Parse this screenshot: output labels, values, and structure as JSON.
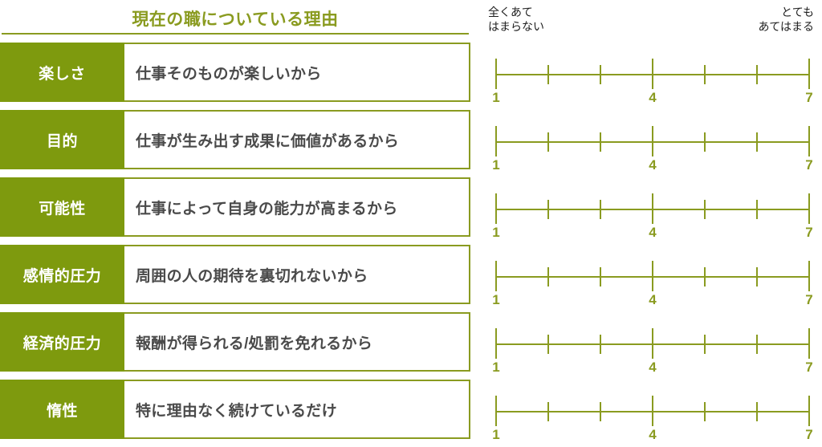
{
  "header": {
    "title": "現在の職についている理由"
  },
  "scale_header": {
    "low_anchor_line1": "全くあて",
    "low_anchor_line2": "はまらない",
    "high_anchor_line1": "とても",
    "high_anchor_line2": "あてはまる"
  },
  "colors": {
    "olive_fill": "#7e9a0e",
    "olive_line": "#8a9b20",
    "title_text": "#8a9b20",
    "label_text": "#ffffff",
    "desc_text": "#4a4a4a",
    "anchor_text": "#1d1d1d",
    "background": "#ffffff"
  },
  "scale": {
    "type": "likert",
    "points": 7,
    "min": 1,
    "max": 7,
    "tick_values": [
      1,
      2,
      3,
      4,
      5,
      6,
      7
    ],
    "labeled_ticks": [
      "1",
      "4",
      "7"
    ],
    "major_tick_values": [
      1,
      4,
      7
    ],
    "label_1": "1",
    "label_4": "4",
    "label_7": "7"
  },
  "rows": [
    {
      "label": "楽しさ",
      "description": "仕事そのものが楽しいから"
    },
    {
      "label": "目的",
      "description": "仕事が生み出す成果に価値があるから"
    },
    {
      "label": "可能性",
      "description": "仕事によって自身の能力が高まるから"
    },
    {
      "label": "感情的圧力",
      "description": "周囲の人の期待を裏切れないから"
    },
    {
      "label": "経済的圧力",
      "description": "報酬が得られる/処罰を免れるから"
    },
    {
      "label": "惰性",
      "description": "特に理由なく続けているだけ"
    }
  ]
}
